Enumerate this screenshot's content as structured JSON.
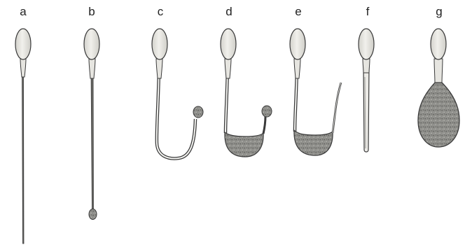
{
  "figure": {
    "panels": [
      {
        "label": "a",
        "morphology": "normal-long-tail"
      },
      {
        "label": "b",
        "morphology": "tail-with-terminal-droplet"
      },
      {
        "label": "c",
        "morphology": "coiled-tail-with-droplet"
      },
      {
        "label": "d",
        "morphology": "coiled-tail-with-cytoplasm-and-droplet"
      },
      {
        "label": "e",
        "morphology": "coiled-tail-with-cytoplasm"
      },
      {
        "label": "f",
        "morphology": "short-thick-tail"
      },
      {
        "label": "g",
        "morphology": "large-cytoplasmic-droplet"
      }
    ],
    "colors": {
      "stroke": "#3a3a3a",
      "head_fill": "#ecebe6",
      "head_shadow": "#c9c8c2",
      "stipple_fill": "#8e8e8a"
    }
  }
}
